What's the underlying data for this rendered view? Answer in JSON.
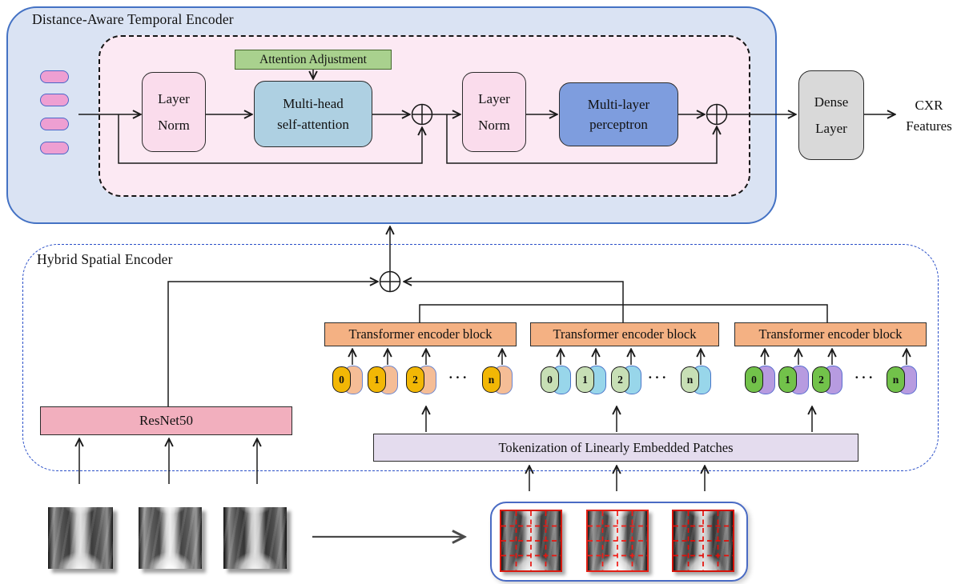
{
  "palette": {
    "temporal_panel_bg": "#dae3f3",
    "panel_border_blue": "#4472c4",
    "inner_block_bg": "#fce9f3",
    "layer_norm_fill": "#fadcec",
    "attention_adjustment_fill": "#a9d18e",
    "self_attention_fill": "#aed0e2",
    "perceptron_fill": "#7e9dde",
    "dense_fill": "#d9d9d9",
    "input_pill_pink": "#ee9fd2",
    "resnet_fill": "#f2afbe",
    "transformer_block_fill": "#f4b183",
    "tokenization_fill": "#e4dcee",
    "token_gold": "#f2b705",
    "token_peach": "#f5bd96",
    "token_light_green": "#c7dfb5",
    "token_cyan": "#98d6ea",
    "token_green": "#72c24a",
    "token_purple": "#b79be0",
    "hybrid_border_blue": "#2b50c8",
    "xray_grid_red": "#e8150f"
  },
  "temporal": {
    "title": "Distance-Aware  Temporal Encoder",
    "attention_adjustment": "Attention  Adjustment",
    "layer_norm1": {
      "line1": "Layer",
      "line2": "Norm"
    },
    "mhsa": {
      "line1": "Multi-head",
      "line2": "self-attention"
    },
    "layer_norm2": {
      "line1": "Layer",
      "line2": "Norm"
    },
    "mlp": {
      "line1": "Multi-layer",
      "line2": "perceptron"
    },
    "dense": {
      "line1": "Dense",
      "line2": "Layer"
    },
    "output": {
      "line1": "CXR",
      "line2": "Features"
    }
  },
  "spatial": {
    "title": "Hybrid Spatial Encoder",
    "resnet": "ResNet50",
    "blocks": [
      "Transformer encoder block",
      "Transformer encoder block",
      "Transformer encoder block"
    ],
    "tokenization": "Tokenization of Linearly  Embedded Patches",
    "ellipsis": "···",
    "token_groups": [
      {
        "tokens": [
          "0",
          "1",
          "2",
          "n"
        ]
      },
      {
        "tokens": [
          "0",
          "1",
          "2",
          "n"
        ]
      },
      {
        "tokens": [
          "0",
          "1",
          "2",
          "n"
        ]
      }
    ]
  }
}
